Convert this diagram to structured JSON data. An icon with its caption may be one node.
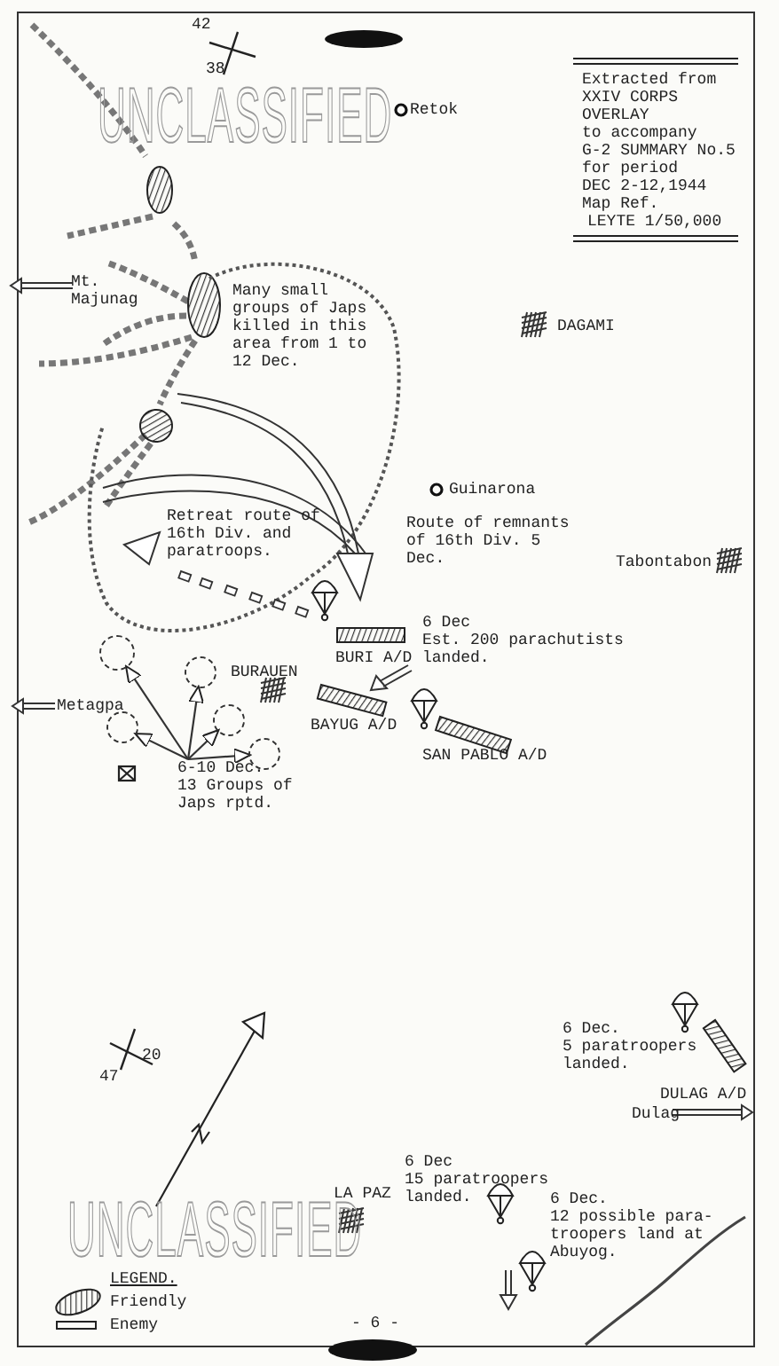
{
  "diagram": {
    "nodes": [
      {
        "text": [
          "6-10 Dec.",
          "13 Groups of Japs rptd."
        ]
      },
      {
        "text": [],
        "shape": "circle"
      },
      {
        "text": [],
        "shape": "circle"
      },
      {
        "text": [],
        "shape": "circle"
      },
      {
        "text": [],
        "shape": "circle"
      },
      {
        "text": [],
        "shape": "circle"
      }
    ],
    "edges": [
      {
        "from": 0,
        "to": 1,
        "arrow": "to"
      },
      {
        "from": 0,
        "to": 2,
        "arrow": "to"
      },
      {
        "from": 0,
        "to": 3,
        "arrow": "to"
      },
      {
        "from": 0,
        "to": 4,
        "arrow": "to"
      },
      {
        "from": 0,
        "to": 5,
        "arrow": "to"
      }
    ],
    "labels": [
      "42",
      "38",
      "UNCLASSIFIED",
      "Retok",
      "Extracted from",
      "XXIV CORPS",
      "OVERLAY",
      "to accompany",
      "G-2 SUMMARY No.5",
      "for period",
      "DEC 2-12,1944",
      "Map Ref.",
      "LEYTE 1/50,000",
      "Mt. Majunag",
      "Many small groups of Japs killed in this area from 1 to 12 Dec.",
      "DAGAMI",
      "Guinarona",
      "Route of remnants of 16th Div. 5 Dec.",
      "Tabontabon",
      "Retreat route of 16th Div. and paratroops.",
      "6 Dec",
      "Est. 200 parachutists landed.",
      "BURI A/D",
      "BURAUEN",
      "Metagpa",
      "BAYUG A/D",
      "SAN PABLO A/D",
      "47",
      "20",
      "6 Dec.",
      "5 paratroopers landed.",
      "DULAG A/D",
      "Dulag",
      "6 Dec",
      "15 paratroopers landed.",
      "LA PAZ",
      "6 Dec.",
      "12 possible para-troopers land at Abuyog.",
      "UNCLASSIFIED",
      "LEGEND.",
      "- 6 -"
    ],
    "legend": [
      {
        "text": "Friendly"
      },
      {
        "text": "Enemy"
      }
    ]
  }
}
